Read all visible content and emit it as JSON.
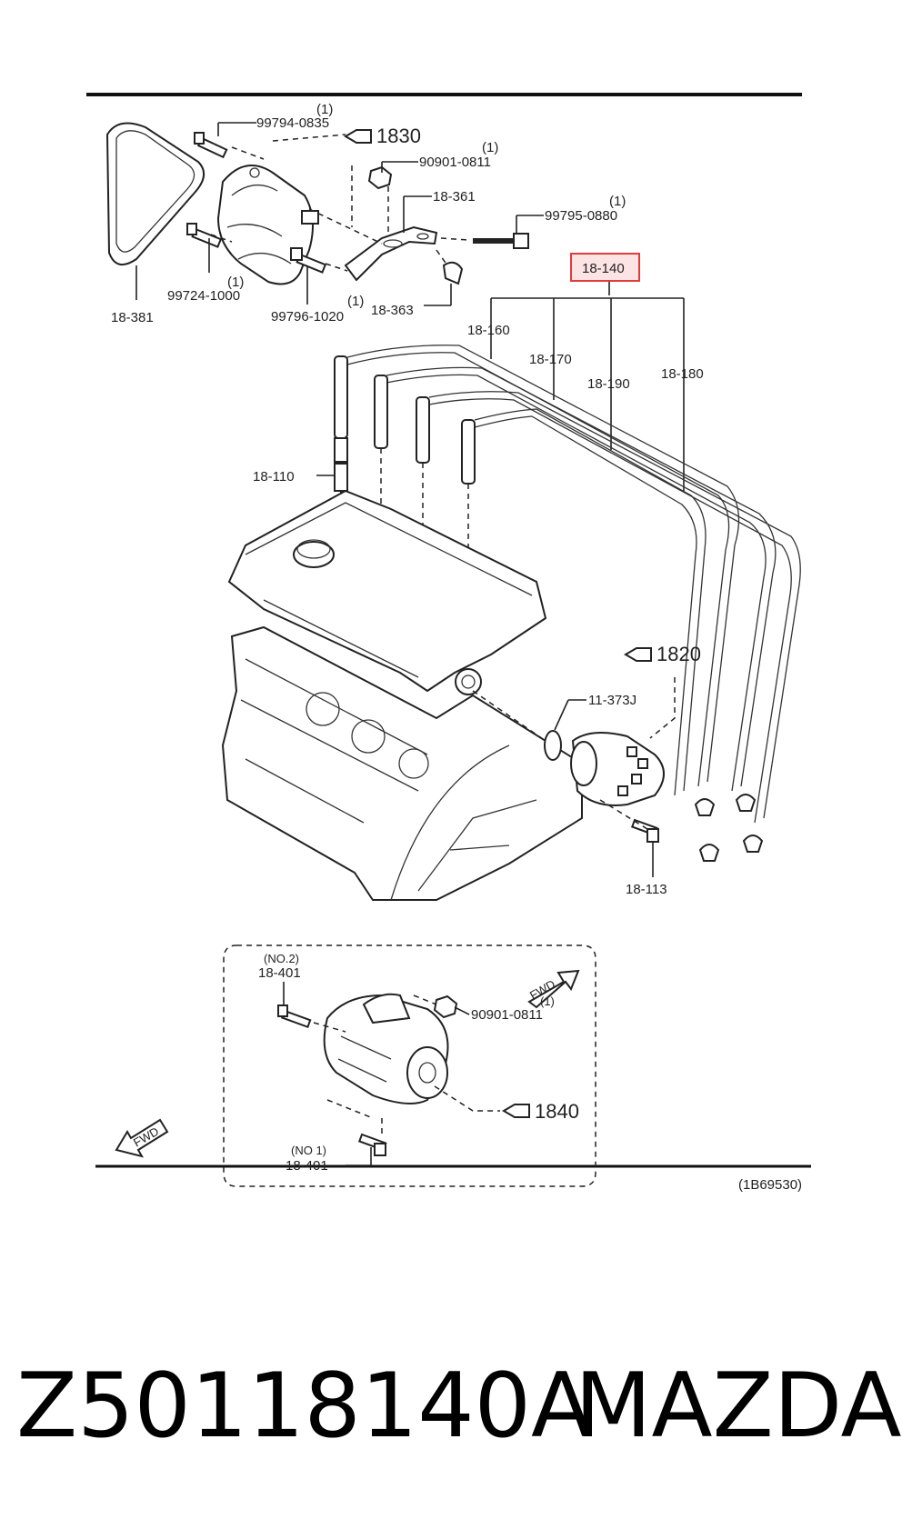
{
  "parts": {
    "p_99794": "99794-0835",
    "p_99794_qty": "(1)",
    "p_ref_1830": "1830",
    "p_90901_top": "90901-0811",
    "p_90901_top_qty": "(1)",
    "p_18_361": "18-361",
    "p_99795": "99795-0880",
    "p_99795_qty": "(1)",
    "p_18_140": "18-140",
    "p_99724": "99724-1000",
    "p_99724_qty": "(1)",
    "p_99796": "99796-1020",
    "p_99796_qty": "(1)",
    "p_18_363": "18-363",
    "p_18_381": "18-381",
    "p_18_160": "18-160",
    "p_18_170": "18-170",
    "p_18_190": "18-190",
    "p_18_180": "18-180",
    "p_18_110": "18-110",
    "p_ref_1820": "1820",
    "p_11_373j": "11-373J",
    "p_18_113": "18-113",
    "p_no2": "(NO.2)",
    "p_18_401_a": "18-401",
    "p_90901_bot": "90901-0811",
    "p_90901_bot_qty": "(1)",
    "p_ref_1840": "1840",
    "p_no1": "(NO 1)",
    "p_18_401_b": "18-401",
    "fwd_a": "FWD",
    "fwd_b": "FWD",
    "diagram_code": "(1B69530)"
  },
  "caption": {
    "part_number": "Z50118140A",
    "brand": "MAZDA"
  },
  "highlight_color": "#e23b3b"
}
